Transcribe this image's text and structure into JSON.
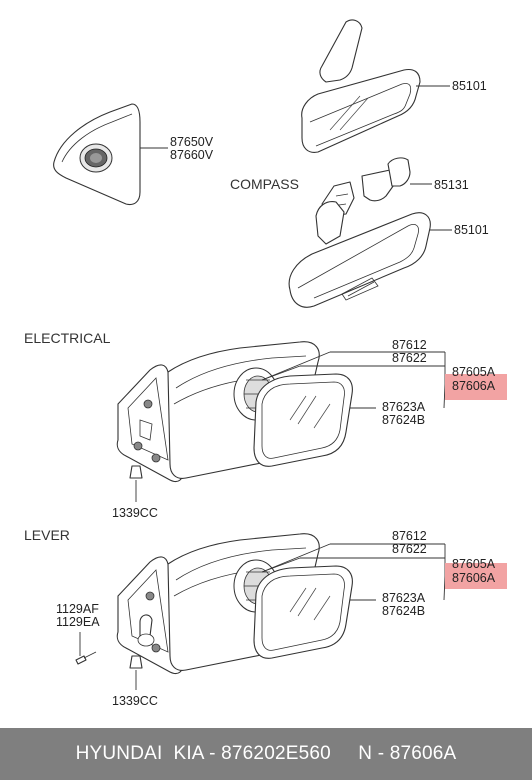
{
  "labels": {
    "p85101_top": "85101",
    "p87650v": "87650V",
    "p87660v": "87660V",
    "compass": "COMPASS",
    "p85131": "85131",
    "p85101_mid": "85101",
    "electrical": "ELECTRICAL",
    "e87612": "87612",
    "e87622": "87622",
    "e87605a": "87605A",
    "e87606a": "87606A",
    "e87623a": "87623A",
    "e87624b": "87624B",
    "e1339cc": "1339CC",
    "lever": "LEVER",
    "l87612": "87612",
    "l87622": "87622",
    "l87605a": "87605A",
    "l87606a": "87606A",
    "l87623a": "87623A",
    "l87624b": "87624B",
    "l1129af": "1129AF",
    "l1129ea": "1129EA",
    "l1339cc": "1339CC"
  },
  "colors": {
    "highlight": "#f2a3a3",
    "footer_bg": "#7f7f7f",
    "footer_text": "#ffffff"
  },
  "footer": {
    "text": "HYUNDAI  KIA - 876202E560     N - 87606A"
  }
}
